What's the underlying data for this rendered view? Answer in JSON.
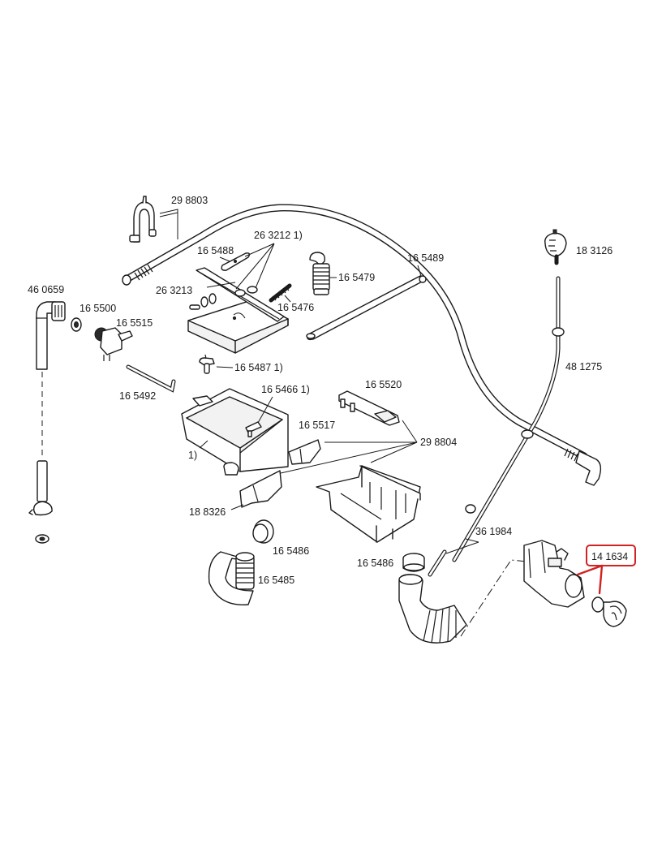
{
  "diagram": {
    "title": "Washing machine detergent drawer / water inlet exploded parts view",
    "highlight_color": "#d22222",
    "labels": {
      "p298803": "29 8803",
      "p263212": "26 3212 1)",
      "p165488": "16 5488",
      "p263213": "26 3213",
      "p165476": "16 5476",
      "p165479": "16 5479",
      "p165489": "16 5489",
      "p183126": "18 3126",
      "p460659": "46 0659",
      "p165500": "16 5500",
      "p165515": "16 5515",
      "p165492": "16 5492",
      "p165487": "16 5487 1)",
      "p165466": "16 5466 1)",
      "p165520": "16 5520",
      "p165517": "16 5517",
      "p298804": "29 8804",
      "p481275": "48 1275",
      "note1": "1)",
      "p188326": "18 8326",
      "p165486a": "16 5486",
      "p165485": "16 5485",
      "p165486b": "16 5486",
      "p361984": "36 1984",
      "p141634": "14 1634"
    },
    "highlighted_part": "14 1634"
  }
}
